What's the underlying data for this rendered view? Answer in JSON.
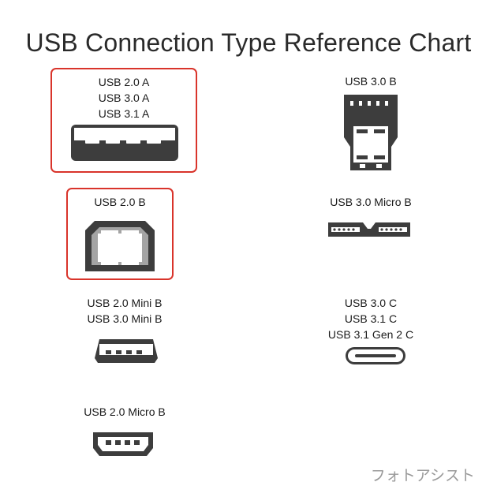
{
  "title": "USB Connection Type Reference Chart",
  "highlight_color": "#d9342b",
  "connectors": [
    {
      "id": "usb-a",
      "icon": "usb-type-a-port-icon",
      "highlighted": true,
      "labels": [
        "USB 2.0 A",
        "USB 3.0 A",
        "USB 3.1 A"
      ]
    },
    {
      "id": "usb3-b",
      "icon": "usb-3-type-b-port-icon",
      "highlighted": false,
      "labels": [
        "USB 3.0 B"
      ]
    },
    {
      "id": "usb2-b",
      "icon": "usb-2-type-b-port-icon",
      "highlighted": true,
      "labels": [
        "USB 2.0 B"
      ]
    },
    {
      "id": "usb3-micro-b",
      "icon": "usb-3-micro-b-port-icon",
      "highlighted": false,
      "labels": [
        "USB 3.0 Micro B"
      ]
    },
    {
      "id": "mini-b",
      "icon": "usb-mini-b-port-icon",
      "highlighted": false,
      "labels": [
        "USB 2.0 Mini B",
        "USB 3.0 Mini B"
      ]
    },
    {
      "id": "usb-c",
      "icon": "usb-type-c-port-icon",
      "highlighted": false,
      "labels": [
        "USB 3.0 C",
        "USB 3.1 C",
        "USB 3.1 Gen 2 C"
      ]
    },
    {
      "id": "micro-b",
      "icon": "usb-2-micro-b-port-icon",
      "highlighted": false,
      "labels": [
        "USB 2.0 Micro B"
      ]
    }
  ],
  "watermark": "フォトアシスト"
}
